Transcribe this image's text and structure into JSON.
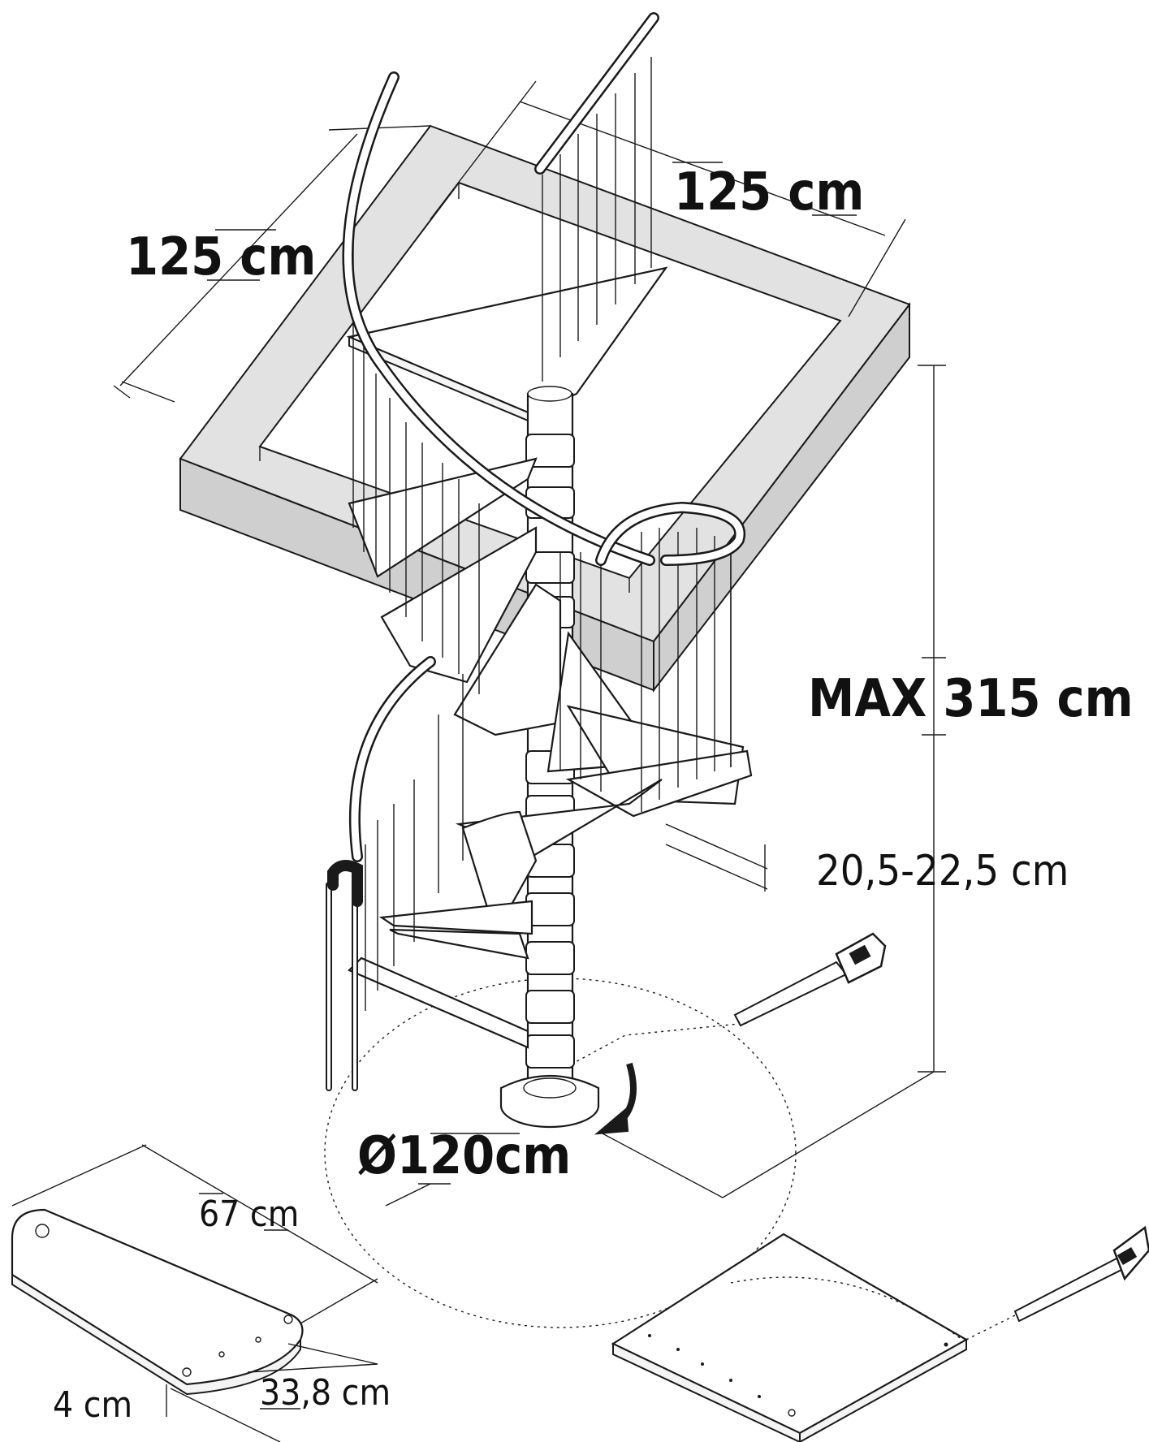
{
  "dimensions": {
    "opening_width": "125 cm",
    "opening_depth": "125 cm",
    "max_height": "MAX 315 cm",
    "riser_height": "20,5-22,5 cm",
    "diameter": "Ø120cm",
    "tread_length": "67 cm",
    "tread_width": "33,8 cm",
    "tread_thickness": "4 cm"
  },
  "icons": {
    "saw_main": "hand-saw-icon",
    "saw_landing": "hand-saw-icon",
    "rotation_arrow": "curved-arrow-icon"
  }
}
